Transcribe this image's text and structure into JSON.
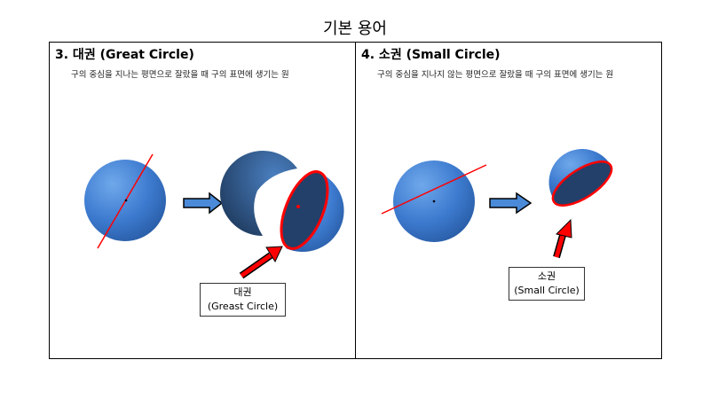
{
  "title": "기본 용어",
  "panels": [
    {
      "heading": "3. 대권 (Great Circle)",
      "description": "구의 중심을 지나는 평면으로 잘랐을 때 구의 표면에 생기는 원",
      "label_ko": "대권",
      "label_en": "(Greast Circle)"
    },
    {
      "heading": "4. 소권 (Small Circle)",
      "description": "구의 중심을 지나지 않는 평면으로 잘랐을 때 구의 표면에 생기는 원",
      "label_ko": "소권",
      "label_en": "(Small Circle)"
    }
  ],
  "colors": {
    "sphere": "#3f7fd0",
    "cut": "#22406a",
    "cut_line": "#ff0000",
    "arrow": "#4a8ad8"
  }
}
